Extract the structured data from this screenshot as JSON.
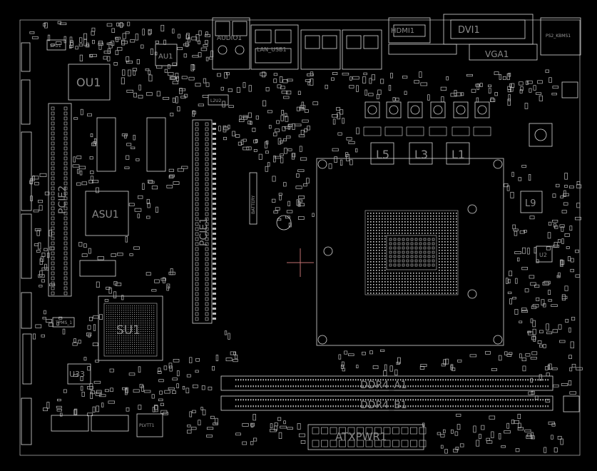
{
  "labels": {
    "cpu_socket": [
      "L5",
      "L3",
      "L1"
    ],
    "sideInductor": "L9",
    "southbridge": "SU1",
    "sioChip": "ASU1",
    "ouChip": "OU1",
    "au1": "AU1",
    "u2": "U2",
    "u33": "U33",
    "pcie1": "PCIE1",
    "pcie_left": "PCIE2",
    "dimm_a1": "DDR4_A1",
    "dimm_b1": "DDR4_B1",
    "atx": "ATXPWR1",
    "audio": "AUDIO1",
    "hdmi": "HDMI1",
    "dvi": "DVI1",
    "vga": "VGA1",
    "lan": "LAN_USB1",
    "ps2": "PS2_KBMS1",
    "spu": "SPU1",
    "tpms": "TPMS_1",
    "l2u2": "L2U2",
    "plvtt": "PLVTT1",
    "battery": "BATTERY"
  }
}
